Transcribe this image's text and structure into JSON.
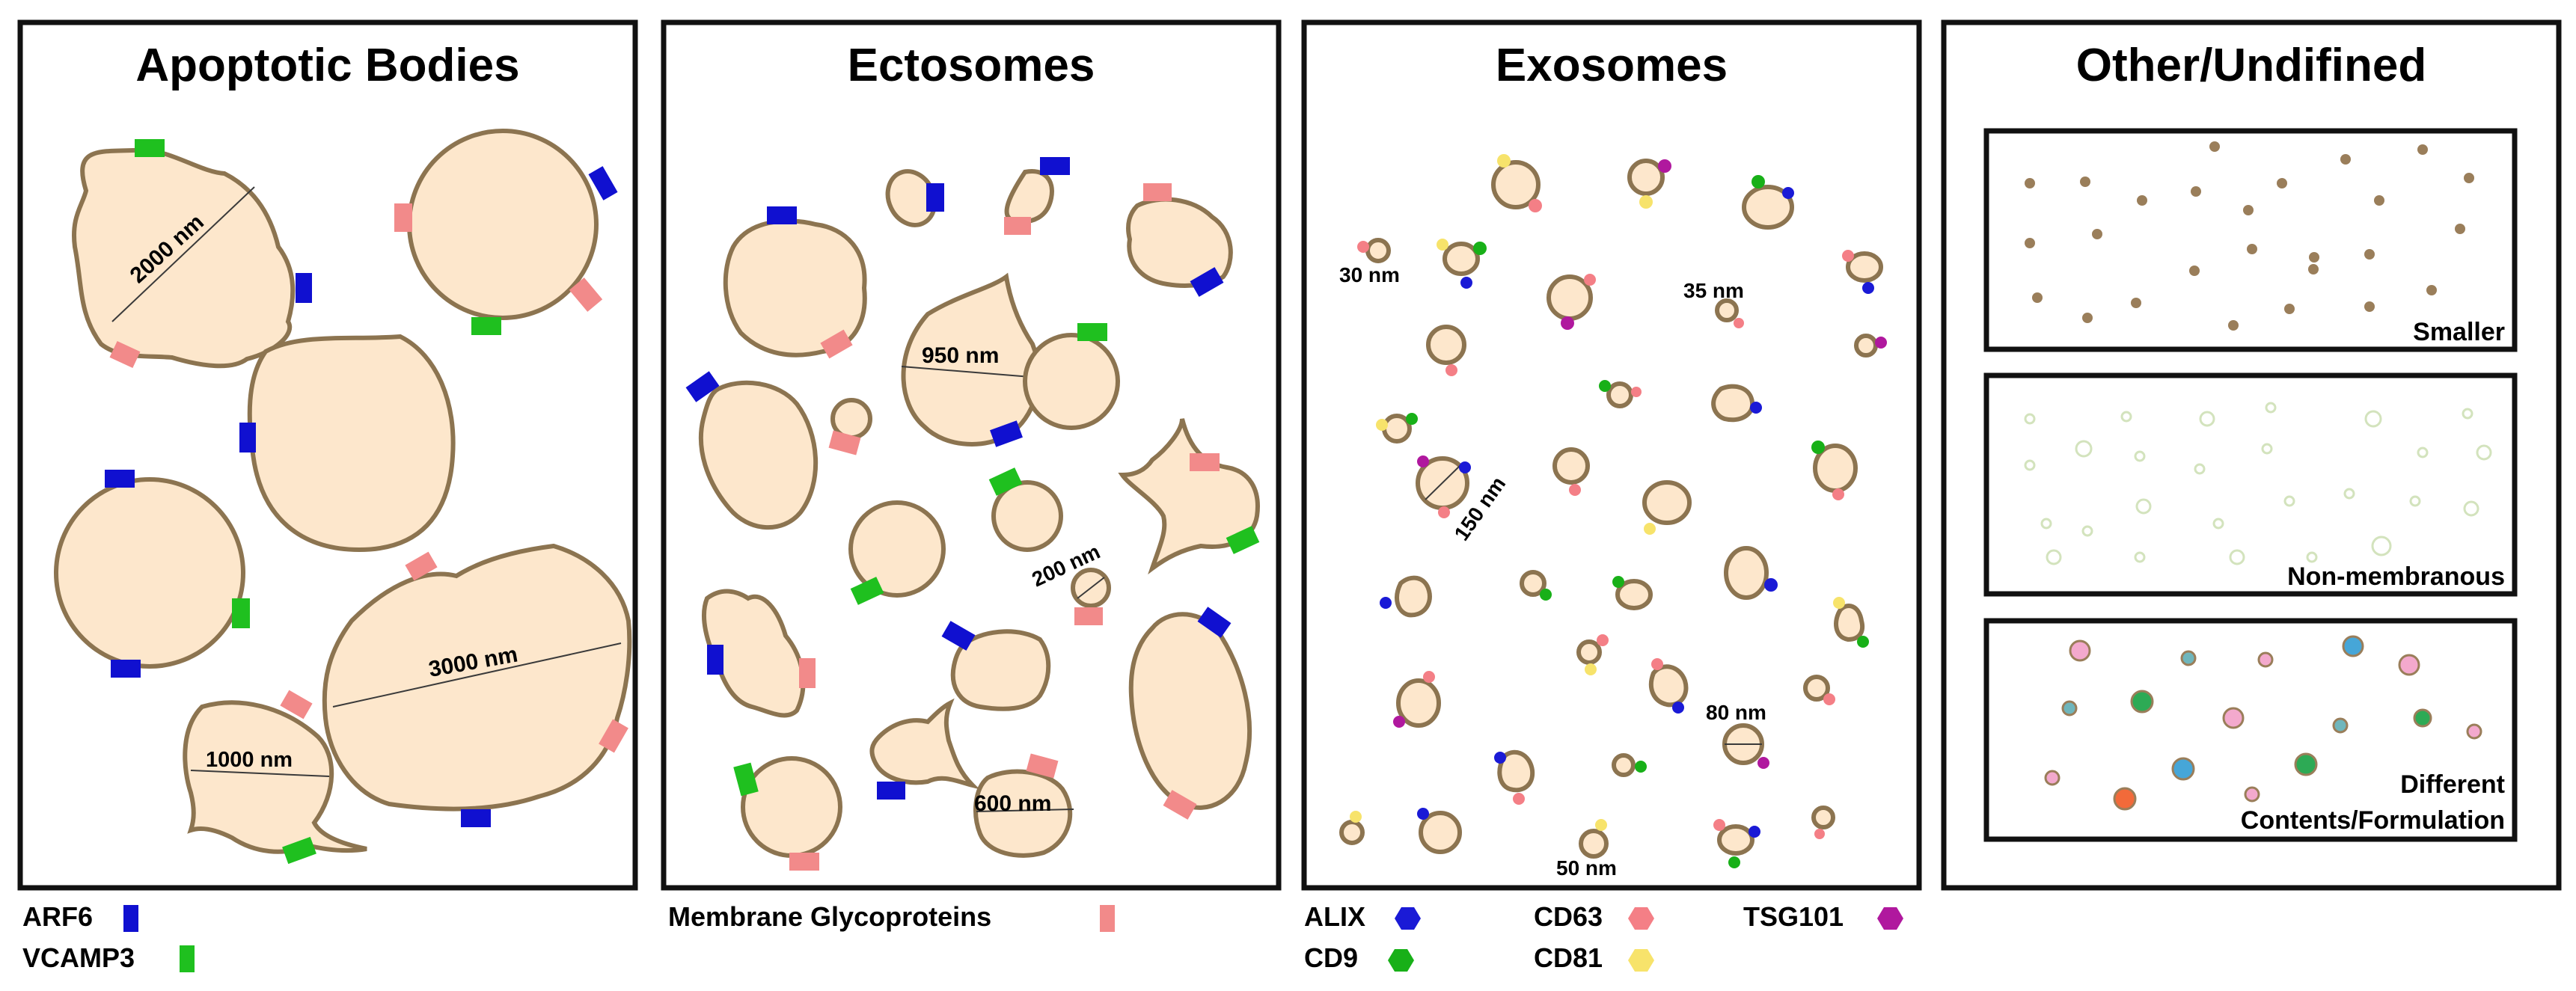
{
  "colors": {
    "cell_fill": "#fde7cc",
    "cell_outline": "#8c7450",
    "arf6": "#1010d0",
    "vcamp3": "#1fc01f",
    "glycoprotein": "#f28a8a",
    "alix": "#1a1ad6",
    "cd9": "#18b018",
    "cd63": "#f47f86",
    "cd81": "#f7e36b",
    "tsg101": "#b0189e"
  },
  "panels": [
    {
      "title": "Apoptotic Bodies"
    },
    {
      "title": "Ectosomes"
    },
    {
      "title": "Exosomes"
    },
    {
      "title": "Other/Undifined"
    }
  ],
  "sizes": {
    "apoptotic": [
      "2000 nm",
      "3000 nm",
      "1000 nm"
    ],
    "ectosomes": [
      "950 nm",
      "200 nm",
      "600 nm"
    ],
    "exosomes": [
      "30 nm",
      "35 nm",
      "150 nm",
      "80 nm",
      "50 nm"
    ]
  },
  "subpanels": {
    "smaller": "Smaller",
    "nonmembranous": "Non-membranous",
    "different_line1": "Different",
    "different_line2": "Contents/Formulation"
  },
  "legend": {
    "arf6": "ARF6",
    "vcamp3": "VCAMP3",
    "glycoproteins": "Membrane Glycoproteins",
    "alix": "ALIX",
    "cd9": "CD9",
    "cd63": "CD63",
    "cd81": "CD81",
    "tsg101": "TSG101"
  }
}
